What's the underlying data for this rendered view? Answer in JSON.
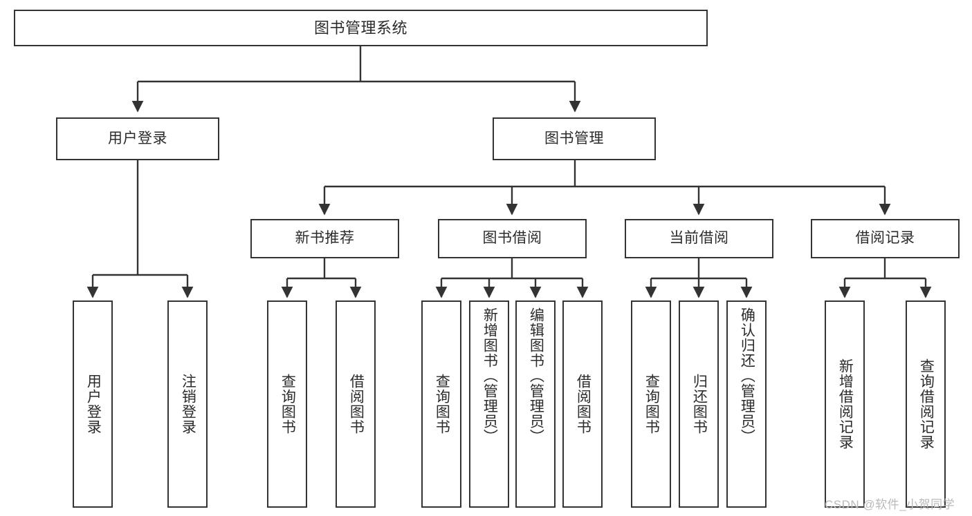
{
  "diagram": {
    "title": "图书管理系统",
    "type": "tree-hierarchy",
    "root": {
      "id": "root",
      "label": "图书管理系统"
    },
    "level2": [
      {
        "id": "user-login",
        "label": "用户登录"
      },
      {
        "id": "book-manage",
        "label": "图书管理"
      }
    ],
    "level3": [
      {
        "id": "new-book-rec",
        "label": "新书推荐",
        "parent": "book-manage"
      },
      {
        "id": "book-borrow",
        "label": "图书借阅",
        "parent": "book-manage"
      },
      {
        "id": "current-borrow",
        "label": "当前借阅",
        "parent": "book-manage"
      },
      {
        "id": "borrow-record",
        "label": "借阅记录",
        "parent": "book-manage"
      }
    ],
    "leaves": [
      {
        "id": "leaf-user-login",
        "label": "用户登录",
        "parent": "user-login"
      },
      {
        "id": "leaf-logout-login",
        "label": "注销登录",
        "parent": "user-login"
      },
      {
        "id": "leaf-query-book-1",
        "label": "查询图书",
        "parent": "new-book-rec"
      },
      {
        "id": "leaf-borrow-book-1",
        "label": "借阅图书",
        "parent": "new-book-rec"
      },
      {
        "id": "leaf-query-book-2",
        "label": "查询图书",
        "parent": "book-borrow"
      },
      {
        "id": "leaf-add-book",
        "label": "新增图书（管理员）",
        "parent": "book-borrow"
      },
      {
        "id": "leaf-edit-book",
        "label": "编辑图书（管理员）",
        "parent": "book-borrow"
      },
      {
        "id": "leaf-borrow-book-2",
        "label": "借阅图书",
        "parent": "book-borrow"
      },
      {
        "id": "leaf-query-book-3",
        "label": "查询图书",
        "parent": "current-borrow"
      },
      {
        "id": "leaf-return-book",
        "label": "归还图书",
        "parent": "current-borrow"
      },
      {
        "id": "leaf-confirm-return",
        "label": "确认归还（管理员）",
        "parent": "current-borrow"
      },
      {
        "id": "leaf-add-record",
        "label": "新增借阅记录",
        "parent": "borrow-record"
      },
      {
        "id": "leaf-query-record",
        "label": "查询借阅记录",
        "parent": "borrow-record"
      }
    ]
  },
  "watermark": {
    "text": "CSDN @软件_小贺同学"
  },
  "colors": {
    "border": "#333333",
    "text": "#2b2b2b",
    "background": "#ffffff",
    "watermark": "#b9b9b9"
  }
}
